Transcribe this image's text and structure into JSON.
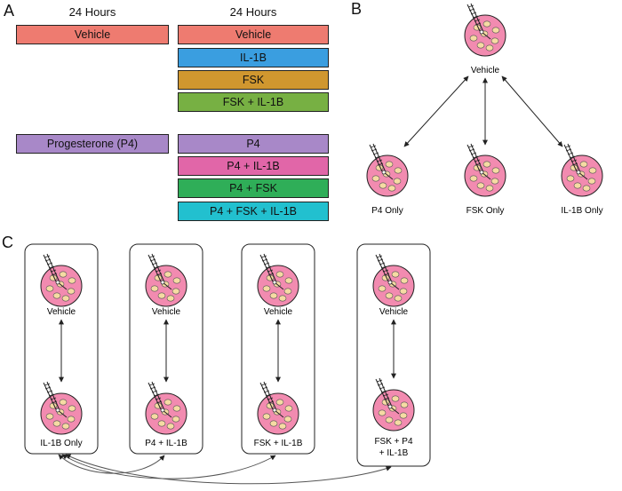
{
  "panel_labels": {
    "a": "A",
    "b": "B",
    "c": "C"
  },
  "panel_a": {
    "left_header": "24 Hours",
    "right_header": "24 Hours",
    "left_boxes": [
      {
        "label": "Vehicle",
        "color": "#ee7b70"
      },
      {
        "label": "Progesterone (P4)",
        "color": "#a888c8"
      }
    ],
    "right_boxes": [
      {
        "label": "Vehicle",
        "color": "#ee7b70"
      },
      {
        "label": "IL-1B",
        "color": "#3a9ee0"
      },
      {
        "label": "FSK",
        "color": "#d0972f"
      },
      {
        "label": "FSK + IL-1B",
        "color": "#77b043"
      },
      {
        "label": "P4",
        "color": "#a888c8"
      },
      {
        "label": "P4 + IL-1B",
        "color": "#e166a8"
      },
      {
        "label": "P4 + FSK",
        "color": "#2fae58"
      },
      {
        "label": "P4 + FSK + IL-1B",
        "color": "#22c0cf"
      }
    ]
  },
  "panel_b": {
    "center": "Vehicle",
    "outer": [
      "P4 Only",
      "FSK Only",
      "IL-1B Only"
    ]
  },
  "panel_c": {
    "groups": [
      {
        "top": "Vehicle",
        "bottom": "IL-1B Only"
      },
      {
        "top": "Vehicle",
        "bottom": "P4 + IL-1B"
      },
      {
        "top": "Vehicle",
        "bottom": "FSK + IL-1B"
      },
      {
        "top": "Vehicle",
        "bottom_line1": "FSK + P4",
        "bottom_line2": "+ IL-1B"
      }
    ]
  },
  "colors": {
    "cell_fill": "#f28bb0",
    "nucleus_fill": "#f6dba3"
  }
}
